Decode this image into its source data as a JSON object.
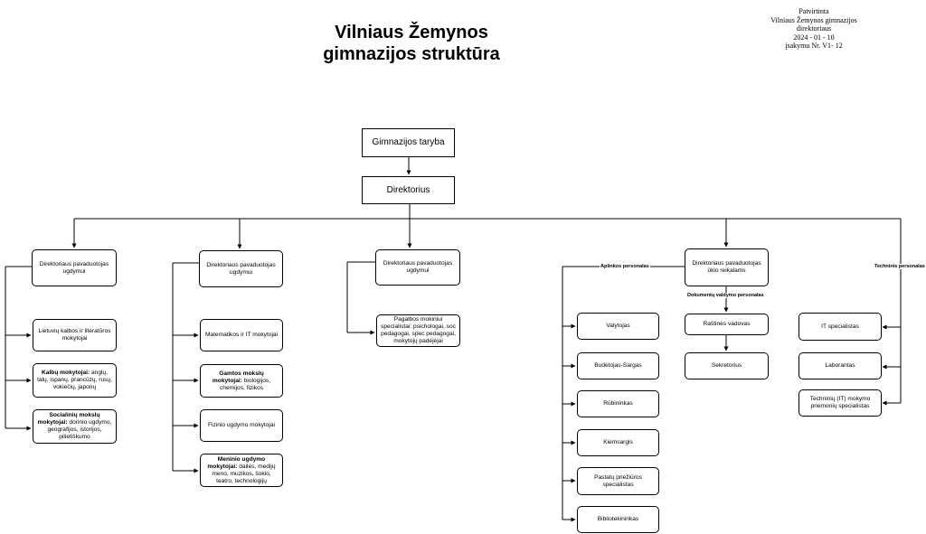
{
  "title": {
    "line1": "Vilniaus Žemynos",
    "line2": "gimnazijos struktūra"
  },
  "approval": {
    "line1": "Patvirtinta",
    "line2": "Vilniaus Žemynos gimnazijos",
    "line3": "direktoriaus",
    "line4": "2024 - 01 - 10",
    "line5": "įsakymu  Nr. V1- 12"
  },
  "nodes": {
    "council": "Gimnazijos taryba",
    "director": "Direktorius",
    "deputy1": "Direktoriaus pavaduotojas ugdymui",
    "deputy2": "Direktoriaus pavaduotojas ugdymui",
    "deputy3": "Direktoriaus pavaduotojas ugdymui",
    "deputy_econ": "Direktoriaus pavaduotojas ūkio reikalams",
    "lit_teachers": "Lietuvių kalbos ir literatūros mokytojai",
    "lang_teachers": {
      "bold": "Kalbų mokytojai:",
      "rest": " anglų, talų, ispanų, prancūzų, rusų, vokiečių, japonų"
    },
    "social_teachers": {
      "bold": "Socialinių mokslų mokytojai:",
      "rest": " dorinio ugdymo, geografijos, istorijos, pilietiškumo"
    },
    "math_it": "Matematikos ir IT mokytojai",
    "science_teachers": {
      "bold": "Gamtos mokslų mokytojai:",
      "rest": " biologijos, chemijos, fizikos"
    },
    "pe_teachers": "Fizinio ugdymo mokytojai",
    "art_teachers": {
      "bold": "Meninio ugdymo mokytojai:",
      "rest": " dailės, medijų meno, muzikos, šokio, teatro, technologijų"
    },
    "support_specialists": "Pagalbos mokiniui specialistai: psichologai, soc pedagogai, spec pedagogai, mokytojų padėjėjai",
    "cleaner": "Valytojas",
    "guard": "Budėtojas-Sargas",
    "cloakroom": "Rūbininkas",
    "yard": "Kiemsargis",
    "building": "Pastatų priežiūros specialistas",
    "librarian": "Bibliotekininkas",
    "office_head": "Raštinės vadovas",
    "secretary": "Sekretorius",
    "it_specialist": "IT specialistas",
    "lab": "Laborantas",
    "tech_specialist": "Techninių (IT) mokymo priemonių specialistas"
  },
  "labels": {
    "environment": "Aplinkos personalas",
    "documents": "Dokumentų valdymo personalas",
    "technical": "Techninis personalas"
  }
}
